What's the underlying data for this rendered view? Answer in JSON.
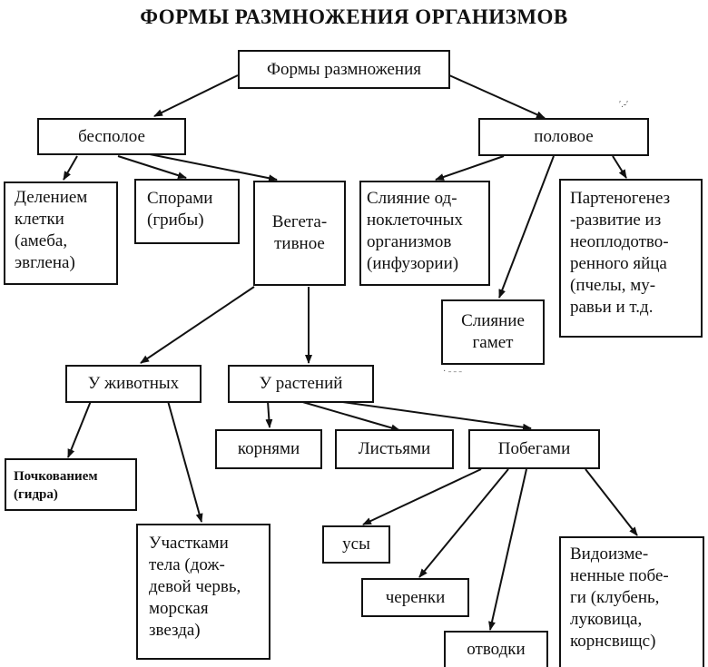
{
  "title": "ФОРМЫ РАЗМНОЖЕНИЯ ОРГАНИЗМОВ",
  "nodes": {
    "root": "Формы размножения",
    "asexual": "бесполое",
    "sexual": "половое",
    "cell_division": "Делением\nклетки\n(амеба,\nэвглена)",
    "spores": "Спорами\n(грибы)",
    "vegetative": "Вегета-\nтивное",
    "unicellular_fusion": "Слияние од-\nноклеточных\nорганизмов\n(инфузории)",
    "parthenogenesis": "Партеногенез\n-развитие из\nнеоплодотво-\nренного яйца\n(пчелы, му-\nравьи и т.д.",
    "gamete_fusion": "Слияние\nгамет",
    "animals": "У животных",
    "plants": "У растений",
    "budding": "Почкованием\n(гидра)",
    "body_parts": "Участками\nтела (дож-\nдевой червь,\nморская\nзвезда)",
    "roots": "корнями",
    "leaves": "Листьями",
    "shoots": "Побегами",
    "whiskers": "усы",
    "cuttings": "черенки",
    "layering": "отводки",
    "modified_shoots": "Видоизме-\nненные побе-\nги (клубень,\nлуковица,\nкорнсвищс)"
  }
}
